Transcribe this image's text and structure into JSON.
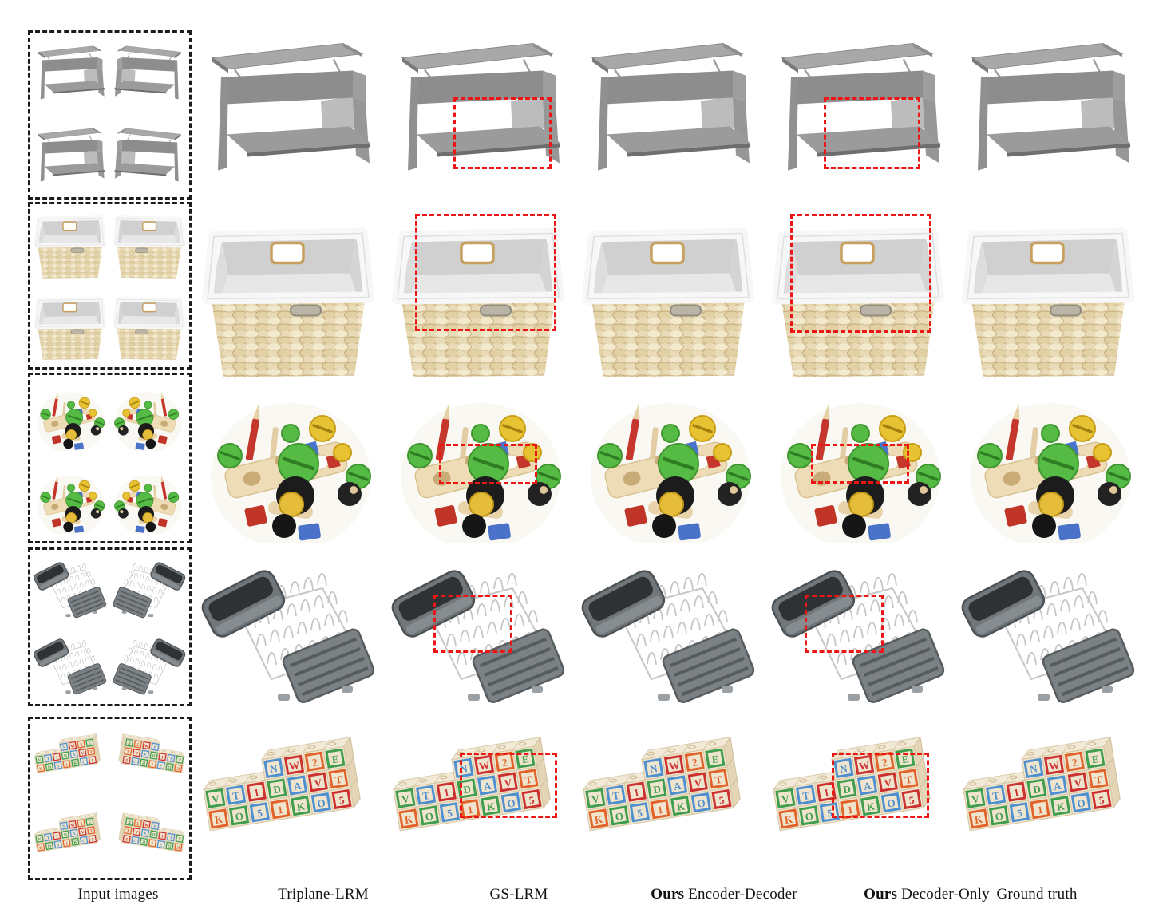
{
  "figure": {
    "type": "qualitative-comparison-grid",
    "captions": [
      {
        "bold": "",
        "text": "Input images"
      },
      {
        "bold": "",
        "text": "Triplane-LRM"
      },
      {
        "bold": "",
        "text": "GS-LRM"
      },
      {
        "bold": "Ours",
        "text": " Encoder-Decoder"
      },
      {
        "bold": "Ours",
        "text": " Decoder-Only"
      },
      {
        "bold": "",
        "text": "Ground truth"
      }
    ],
    "rows": [
      {
        "object": "lift-top coffee table",
        "input_views": 4,
        "highlighted_columns": [
          "GS-LRM",
          "Ours Decoder-Only"
        ]
      },
      {
        "object": "wicker basket with white fabric liner",
        "input_views": 4,
        "highlighted_columns": [
          "GS-LRM",
          "Ours Decoder-Only"
        ]
      },
      {
        "object": "wooden toy construction airplane",
        "input_views": 4,
        "highlighted_columns": [
          "GS-LRM",
          "Ours Decoder-Only"
        ]
      },
      {
        "object": "wire dish drying rack",
        "input_views": 4,
        "highlighted_columns": [
          "GS-LRM",
          "Ours Decoder-Only"
        ]
      },
      {
        "object": "alphabet wooden blocks",
        "input_views": 4,
        "highlighted_columns": [
          "GS-LRM",
          "Ours Decoder-Only"
        ],
        "block_letters": [
          "V",
          "T",
          "1",
          "K",
          "O",
          "5",
          "N",
          "W",
          "2",
          "E",
          "D",
          "A"
        ]
      }
    ],
    "palette": {
      "highlight_box": "#ee1515",
      "input_box_border": "#1b1b1b",
      "table_gray": "#8d8d8d",
      "basket_wicker": "#e9dbb8",
      "liner_white": "#f7f7f7",
      "toy_wood": "#eedcb6",
      "toy_green": "#56bb45",
      "toy_yellow": "#e7c233",
      "toy_red": "#c5372c",
      "toy_blue": "#4a74ca",
      "rack_gray": "#70767a",
      "block_frame_colors": [
        "#3f9e4d",
        "#4e8fd0",
        "#cc3130",
        "#e2632a"
      ]
    }
  }
}
